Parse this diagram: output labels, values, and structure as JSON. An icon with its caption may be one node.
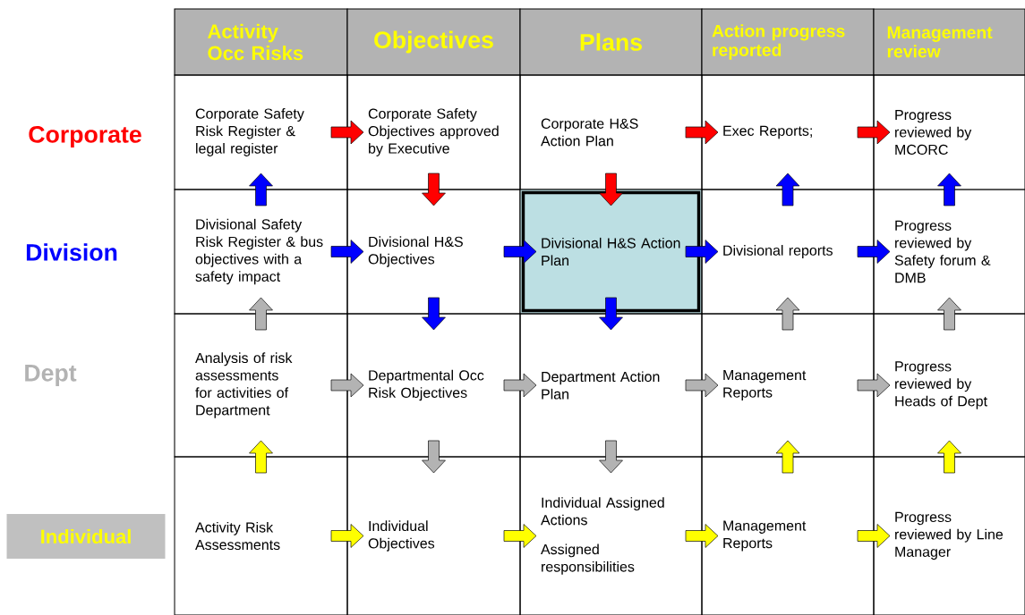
{
  "diagram": {
    "nodes": [
      {
        "text": [
          "Activity Occ Risks"
        ]
      },
      {
        "text": [
          "Objectives"
        ]
      },
      {
        "text": [
          "Plans"
        ]
      },
      {
        "text": [
          "Action progress reported"
        ]
      },
      {
        "text": [
          "Management review"
        ]
      },
      {
        "text": [
          "Corporate Safety Risk Register & legal register"
        ]
      },
      {
        "text": [
          "Corporate Safety Objectives approved by Executive"
        ]
      },
      {
        "text": [
          "Corporate H&S Action Plan"
        ]
      },
      {
        "text": [
          "Exec Reports;"
        ]
      },
      {
        "text": [
          "Progress reviewed by MCORC"
        ]
      },
      {
        "text": [
          "Divisional Safety Risk Register & bus objectives with a safety impact"
        ]
      },
      {
        "text": [
          "Divisional H&S Objectives"
        ]
      },
      {
        "text": [
          "Divisional H&S Action Plan"
        ]
      },
      {
        "text": [
          "Divisional reports"
        ]
      },
      {
        "text": [
          "Progress reviewed by Safety forum & DMB"
        ]
      },
      {
        "text": [
          "Analysis of risk assessments for activities of Department"
        ]
      },
      {
        "text": [
          "Departmental Occ Risk Objectives"
        ]
      },
      {
        "text": [
          "Department Action Plan"
        ]
      },
      {
        "text": [
          "Management Reports"
        ]
      },
      {
        "text": [
          "Progress reviewed by Heads of Dept"
        ]
      },
      {
        "text": [
          "Activity Risk Assessments"
        ]
      },
      {
        "text": [
          "Individual Objectives"
        ]
      },
      {
        "text": [
          "Individual Assigned Actions",
          "Assigned responsibilities"
        ]
      },
      {
        "text": [
          "Management Reports"
        ]
      },
      {
        "text": [
          "Progress reviewed by Line Manager"
        ]
      },
      {
        "text": [
          "Individual"
        ]
      }
    ],
    "edges": [
      {
        "from": 5,
        "to": 6,
        "arrow": "to",
        "color": "#ff0000"
      },
      {
        "from": 7,
        "to": 8,
        "arrow": "to",
        "color": "#ff0000"
      },
      {
        "from": 8,
        "to": 9,
        "arrow": "to",
        "color": "#ff0000"
      },
      {
        "from": 10,
        "to": 5,
        "arrow": "to",
        "color": "#0000ff"
      },
      {
        "from": 6,
        "to": 11,
        "arrow": "to",
        "color": "#ff0000"
      },
      {
        "from": 7,
        "to": 12,
        "arrow": "to",
        "color": "#ff0000"
      },
      {
        "from": 13,
        "to": 8,
        "arrow": "to",
        "color": "#0000ff"
      },
      {
        "from": 14,
        "to": 9,
        "arrow": "to",
        "color": "#0000ff"
      },
      {
        "from": 10,
        "to": 11,
        "arrow": "to",
        "color": "#0000ff"
      },
      {
        "from": 11,
        "to": 12,
        "arrow": "to",
        "color": "#0000ff"
      },
      {
        "from": 12,
        "to": 13,
        "arrow": "to",
        "color": "#0000ff"
      },
      {
        "from": 13,
        "to": 14,
        "arrow": "to",
        "color": "#0000ff"
      },
      {
        "from": 15,
        "to": 10,
        "arrow": "to",
        "color": "#b3b3b3"
      },
      {
        "from": 11,
        "to": 16,
        "arrow": "to",
        "color": "#0000ff"
      },
      {
        "from": 12,
        "to": 17,
        "arrow": "to",
        "color": "#0000ff"
      },
      {
        "from": 18,
        "to": 13,
        "arrow": "to",
        "color": "#b3b3b3"
      },
      {
        "from": 19,
        "to": 14,
        "arrow": "to",
        "color": "#b3b3b3"
      },
      {
        "from": 15,
        "to": 16,
        "arrow": "to",
        "color": "#b3b3b3"
      },
      {
        "from": 16,
        "to": 17,
        "arrow": "to",
        "color": "#b3b3b3"
      },
      {
        "from": 17,
        "to": 18,
        "arrow": "to",
        "color": "#b3b3b3"
      },
      {
        "from": 18,
        "to": 19,
        "arrow": "to",
        "color": "#b3b3b3"
      },
      {
        "from": 20,
        "to": 15,
        "arrow": "to",
        "color": "#ffff00"
      },
      {
        "from": 16,
        "to": 21,
        "arrow": "to",
        "color": "#b3b3b3"
      },
      {
        "from": 17,
        "to": 22,
        "arrow": "to",
        "color": "#b3b3b3"
      },
      {
        "from": 23,
        "to": 18,
        "arrow": "to",
        "color": "#ffff00"
      },
      {
        "from": 24,
        "to": 19,
        "arrow": "to",
        "color": "#ffff00"
      },
      {
        "from": 20,
        "to": 21,
        "arrow": "to",
        "color": "#ffff00"
      },
      {
        "from": 21,
        "to": 22,
        "arrow": "to",
        "color": "#ffff00"
      },
      {
        "from": 22,
        "to": 23,
        "arrow": "to",
        "color": "#ffff00"
      },
      {
        "from": 23,
        "to": 24,
        "arrow": "to",
        "color": "#ffff00"
      }
    ],
    "labels": [
      "Corporate",
      "Division",
      "Dept"
    ]
  }
}
